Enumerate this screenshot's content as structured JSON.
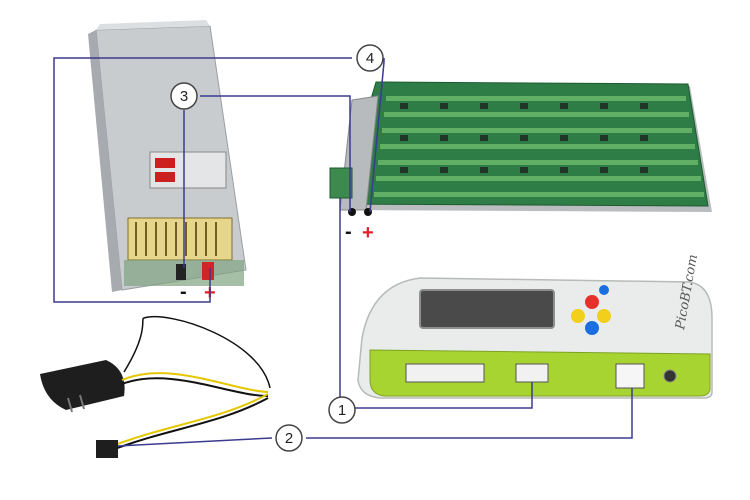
{
  "callouts": {
    "c1": "1",
    "c2": "2",
    "c3": "3",
    "c4": "4"
  },
  "polarity": {
    "psu_minus": "-",
    "psu_plus": "+",
    "board_minus": "-",
    "board_plus": "+"
  },
  "tester_brand": "PicoBT.com",
  "colors": {
    "wire": "#3b3b8f",
    "plus": "#e0202a",
    "minus": "#111111",
    "tester_body": "#e9ecea",
    "tester_band": "#a8d432",
    "pcb": "#2f7d46"
  }
}
